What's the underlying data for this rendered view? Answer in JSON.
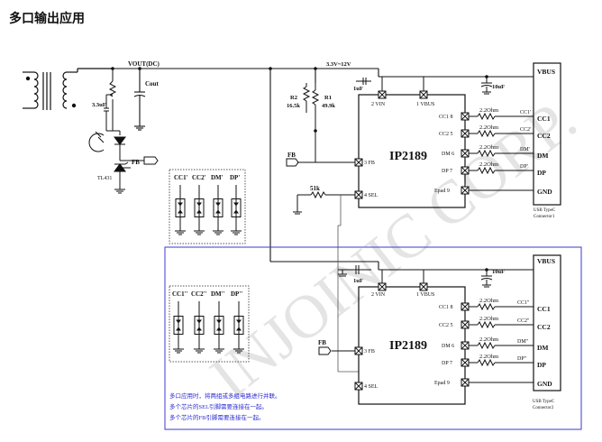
{
  "title": "多口输出应用",
  "watermark": "INJOINIC CORP.",
  "power_labels": {
    "vout": "VOUT(DC)",
    "rail": "3.3V~12V",
    "cap_3_3uf": "3.3uF",
    "cout": "Cout",
    "tl431": "TL431",
    "fb_left": "FB"
  },
  "protection_top": {
    "labels": [
      "CC1'",
      "CC2'",
      "DM'",
      "DP'"
    ]
  },
  "protection_bottom": {
    "labels": [
      "CC1''",
      "CC2''",
      "DM''",
      "DP''"
    ]
  },
  "chip1": {
    "name": "IP2189",
    "pins": {
      "vin": "2  VIN",
      "vbus": "1  VBUS",
      "fb": "3  FB",
      "sel": "4  SEL",
      "cc1": "CC1  8",
      "cc2": "CC2  5",
      "dm": "DM  6",
      "dp": "DP  7",
      "epad": "Epad 9"
    },
    "r2": "R2",
    "r2_val": "16.5k",
    "r1": "R1",
    "r1_val": "49.9k",
    "cap_vin": "1uF",
    "cap_vbus": "10uF",
    "fb_label": "FB",
    "r_sel": "51k",
    "resistors": [
      "2.2Ohm",
      "2.2Ohm",
      "2.2Ohm",
      "2.2Ohm"
    ],
    "net_labels": [
      "CC1'",
      "CC2'",
      "DM'",
      "DP'"
    ]
  },
  "connector1": {
    "pins": [
      "VBUS",
      "CC1",
      "CC2",
      "DM",
      "DP",
      "GND"
    ],
    "caption_line1": "USB TypeC",
    "caption_line2": "Connector1"
  },
  "chip2": {
    "name": "IP2189",
    "pins": {
      "vin": "2  VIN",
      "vbus": "1  VBUS",
      "fb": "3  FB",
      "sel": "4  SEL",
      "cc1": "CC1  8",
      "cc2": "CC2  5",
      "dm": "DM  6",
      "dp": "DP  7",
      "epad": "Epad 9"
    },
    "cap_vin": "1uF",
    "cap_vbus": "10uF",
    "fb_label": "FB",
    "resistors": [
      "2.2Ohm",
      "2.2Ohm",
      "2.2Ohm",
      "2.2Ohm"
    ],
    "net_labels": [
      "CC1''",
      "CC2''",
      "DM''",
      "DP''"
    ]
  },
  "connector2": {
    "pins": [
      "VBUS",
      "CC1",
      "CC2",
      "DM",
      "DP",
      "GND"
    ],
    "caption_line1": "USB TypeC",
    "caption_line2": "Connector2"
  },
  "notes": [
    "多口应用时，将两组或多组电路进行并联。",
    "多个芯片的SEL引脚需要连接在一起。",
    "多个芯片的FB引脚需要连接在一起。"
  ],
  "colors": {
    "line": "#111111",
    "frame": "#3a3ad6",
    "note": "#2b2bd6",
    "watermark": "#e4e4e4"
  }
}
